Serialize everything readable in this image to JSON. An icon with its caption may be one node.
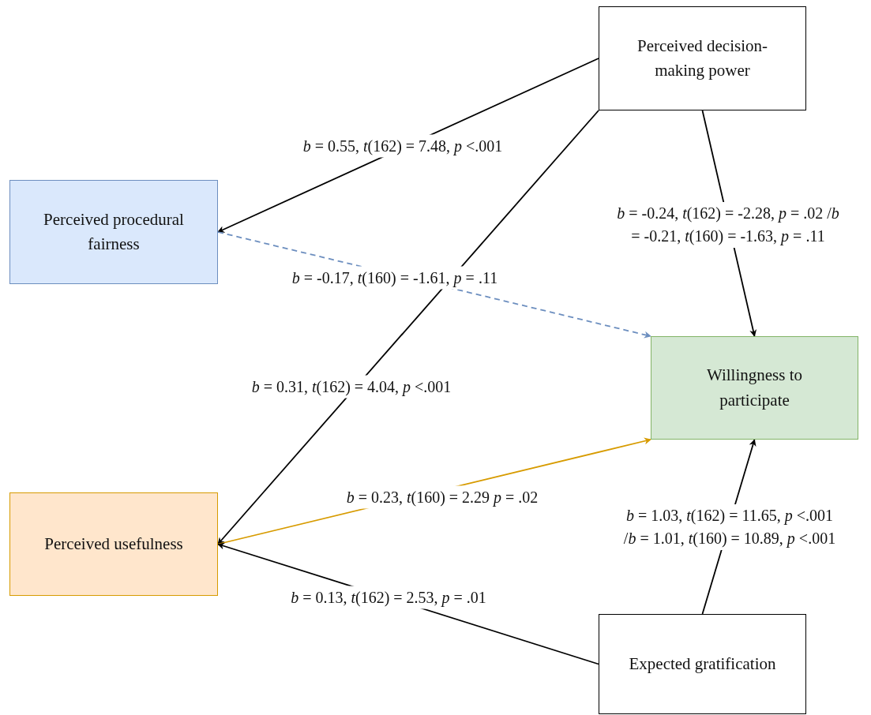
{
  "diagram": {
    "nodes": [
      {
        "text": [
          "Perceived decision-making power"
        ]
      },
      {
        "text": [
          "Perceived procedural fairness"
        ]
      },
      {
        "text": [
          "Willingness to participate"
        ]
      },
      {
        "text": [
          "Perceived usefulness"
        ]
      },
      {
        "text": [
          "Expected gratification"
        ]
      }
    ],
    "edges": [
      {
        "from": 0,
        "to": 1,
        "arrow": "to",
        "label": "*b* = 0.55, *t*(162) = 7.48, *p* <.001"
      },
      {
        "from": 0,
        "to": 2,
        "arrow": "to",
        "label": "*b* = -0.24, *t*(162) = -2.28, *p* = .02 /*b* = -0.21, *t*(160) = -1.63, *p* = .11"
      },
      {
        "from": 1,
        "to": 2,
        "arrow": "to",
        "style": "dashed",
        "color": "#6c8ebf",
        "label": "*b* = -0.17, *t*(160) = -1.61, *p* = .11"
      },
      {
        "from": 0,
        "to": 3,
        "arrow": "to",
        "label": "*b* = 0.31, *t*(162) = 4.04, *p* <.001"
      },
      {
        "from": 3,
        "to": 2,
        "arrow": "to",
        "color": "#d79b00",
        "label": "*b* = 0.23, *t*(160) = 2.29 *p* = .02"
      },
      {
        "from": 4,
        "to": 2,
        "arrow": "to",
        "label": "*b* = 1.03, *t*(162) = 11.65, *p* <.001 /*b* = 1.01, *t*(160) = 10.89, *p* <.001"
      },
      {
        "from": 4,
        "to": 3,
        "arrow": "to",
        "label": "*b* = 0.13, *t*(162) = 2.53, *p* = .01"
      }
    ]
  }
}
